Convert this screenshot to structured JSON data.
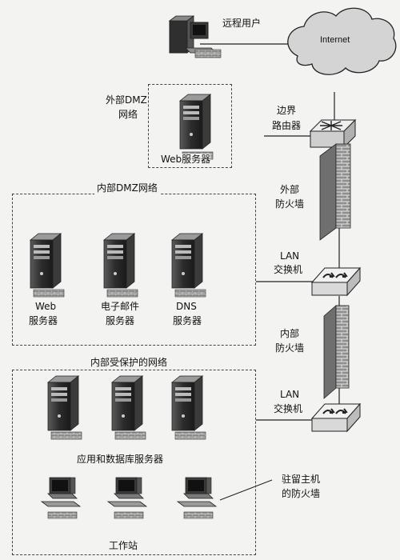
{
  "labels": {
    "remote_user": "远程用户",
    "internet": "Internet",
    "external_dmz_line1": "外部DMZ",
    "external_dmz_line2": "网络",
    "web_server_ext": "Web服务器",
    "border_router_line1": "边界",
    "border_router_line2": "路由器",
    "external_fw_line1": "外部",
    "external_fw_line2": "防火墙",
    "internal_dmz": "内部DMZ网络",
    "lan_switch1_line1": "LAN",
    "lan_switch1_line2": "交换机",
    "web_server_int_line1": "Web",
    "web_server_int_line2": "服务器",
    "mail_server_line1": "电子邮件",
    "mail_server_line2": "服务器",
    "dns_server_line1": "DNS",
    "dns_server_line2": "服务器",
    "internal_fw_line1": "内部",
    "internal_fw_line2": "防火墙",
    "protected_net": "内部受保护的网络",
    "lan_switch2_line1": "LAN",
    "lan_switch2_line2": "交换机",
    "app_db_servers": "应用和数据库服务器",
    "host_fw_line1": "驻留主机",
    "host_fw_line2": "的防火墙",
    "workstations": "工作站"
  }
}
